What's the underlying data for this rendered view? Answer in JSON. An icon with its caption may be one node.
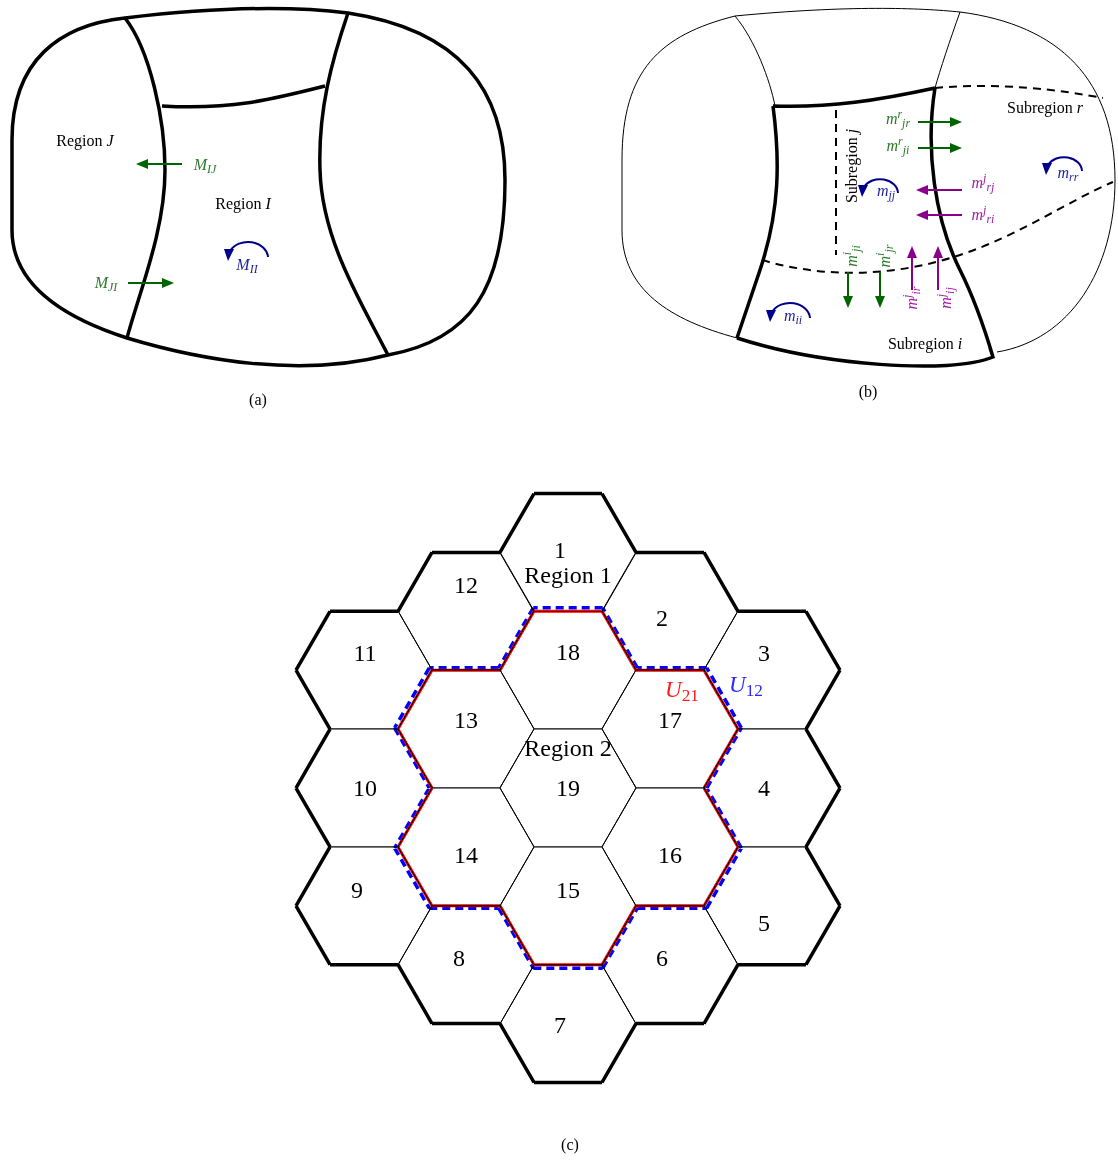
{
  "diagram": {
    "nodes": [
      {
        "text": [
          "1"
        ]
      },
      {
        "text": [
          "2"
        ]
      },
      {
        "text": [
          "3"
        ]
      },
      {
        "text": [
          "4"
        ]
      },
      {
        "text": [
          "5"
        ]
      },
      {
        "text": [
          "6"
        ]
      },
      {
        "text": [
          "7"
        ]
      },
      {
        "text": [
          "8"
        ]
      },
      {
        "text": [
          "9"
        ]
      },
      {
        "text": [
          "10"
        ]
      },
      {
        "text": [
          "11"
        ]
      },
      {
        "text": [
          "12"
        ]
      },
      {
        "text": [
          "13"
        ]
      },
      {
        "text": [
          "14"
        ]
      },
      {
        "text": [
          "15"
        ]
      },
      {
        "text": [
          "16"
        ]
      },
      {
        "text": [
          "17"
        ]
      },
      {
        "text": [
          "18"
        ]
      },
      {
        "text": [
          "19"
        ]
      }
    ],
    "labels": [
      "Region *J*",
      "M$_{IJ}$",
      "Region *I*",
      "M$_{II}$",
      "M$_{JI}$",
      "(a)",
      "m$^{r}$$_{jr}$",
      "Subregion *r*",
      "m$^{r}$$_{ji}$",
      "Subregion *j*",
      "m$_{jj}$",
      "m$^{j}$$_{rj}$",
      "m$_{rr}$",
      "m$^{j}$$_{ri}$",
      "m$^{i}$$_{ji}$",
      "m$^{i}$$_{jr}$",
      "m$^{j}$$_{ir}$",
      "m$^{j}$$_{ij}$",
      "m$_{ii}$",
      "Subregion *i*",
      "(b)",
      "Region 1",
      "*U*$_{21}$",
      "*U*$_{12}$",
      "Region 2",
      "(c)"
    ]
  }
}
